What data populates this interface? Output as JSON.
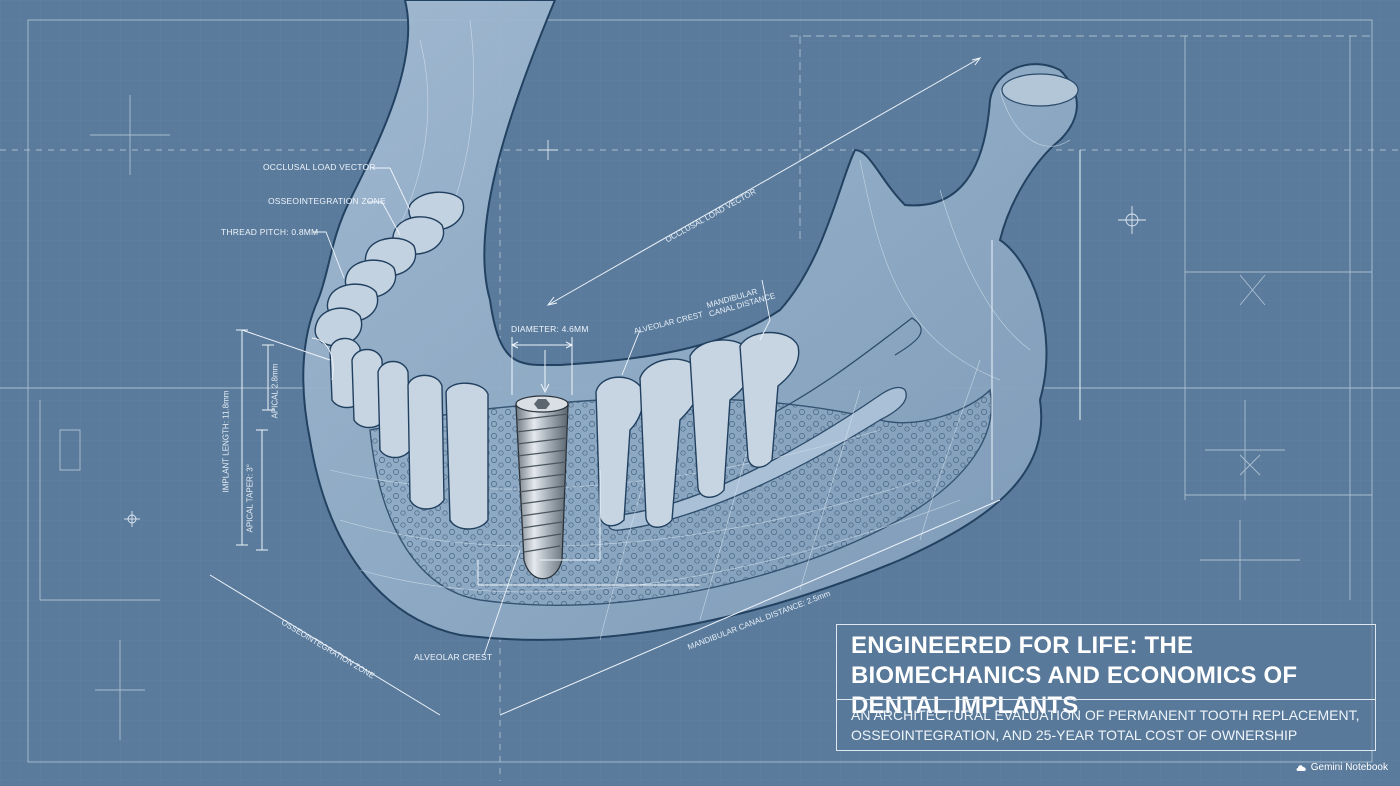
{
  "callouts": {
    "occlusal_load_vector": "OCCLUSAL LOAD VECTOR",
    "osseointegration_zone": "OSSEOINTEGRATION ZONE",
    "thread_pitch": "THREAD PITCH: 0.8mm",
    "diameter": "DIAMETER: 4.6mm",
    "alveolar_crest_top": "ALVEOLAR CREST",
    "mandibular_canal_top": "MANDIBULAR CANAL DISTANCE",
    "alveolar_crest_bottom": "ALVEOLAR CREST",
    "occlusal_load_vector_diag": "OCCLUSAL LOAD VECTOR",
    "implant_length": "IMPLANT LENGTH: 11.8mm",
    "apical_2mm": "APICAL 2.8mm",
    "apical_taper": "APICAL TAPER: 3°",
    "osseointegration_zone_diag": "OSSEOINTEGRATION ZONE",
    "mandibular_canal_distance": "MANDIBULAR CANAL DISTANCE: 2.5mm"
  },
  "title_card": {
    "title": "ENGINEERED FOR LIFE: THE BIOMECHANICS AND ECONOMICS OF DENTAL IMPLANTS",
    "subtitle": "AN ARCHITECTURAL EVALUATION OF PERMANENT TOOTH REPLACEMENT, OSSEOINTEGRATION, AND 25-YEAR TOTAL COST OF OWNERSHIP"
  },
  "badge": {
    "label": "Gemini Notebook",
    "icon": "cloud-icon"
  },
  "colors": {
    "background": "#5a7b9c",
    "line": "#dfe8f1",
    "bone_fill": "#8ea9c3",
    "implant": "#b9c2ca"
  }
}
